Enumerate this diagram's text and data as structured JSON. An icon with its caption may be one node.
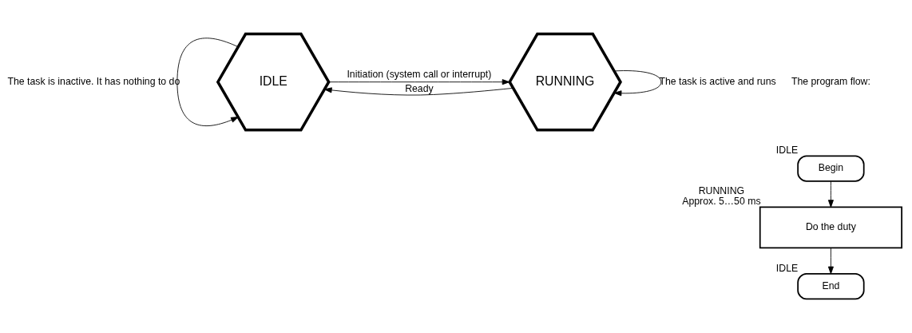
{
  "diagram": {
    "nodes": [
      {
        "text": [
          "IDLE"
        ]
      },
      {
        "text": [
          "RUNNING"
        ]
      },
      {
        "text": [
          "Begin"
        ],
        "beside": [
          "IDLE"
        ]
      },
      {
        "text": [
          "Do the duty"
        ],
        "beside": [
          "RUNNING",
          "Approx. 5…50 ms"
        ]
      },
      {
        "text": [
          "End"
        ],
        "beside": [
          "IDLE"
        ]
      }
    ],
    "edges": [
      {
        "from": 0,
        "to": 1,
        "arrow": "to",
        "label": "Initiation (system call or interrupt)"
      },
      {
        "from": 1,
        "to": 0,
        "arrow": "to",
        "label": "Ready"
      },
      {
        "from": 0,
        "to": 0,
        "arrow": "to",
        "label": "The task is inactive. It has nothing to do"
      },
      {
        "from": 1,
        "to": 1,
        "arrow": "to",
        "label": "The task is active and runs"
      },
      {
        "from": 2,
        "to": 3,
        "arrow": "to"
      },
      {
        "from": 3,
        "to": 4,
        "arrow": "to"
      }
    ],
    "labels": [
      "The program flow:"
    ]
  }
}
